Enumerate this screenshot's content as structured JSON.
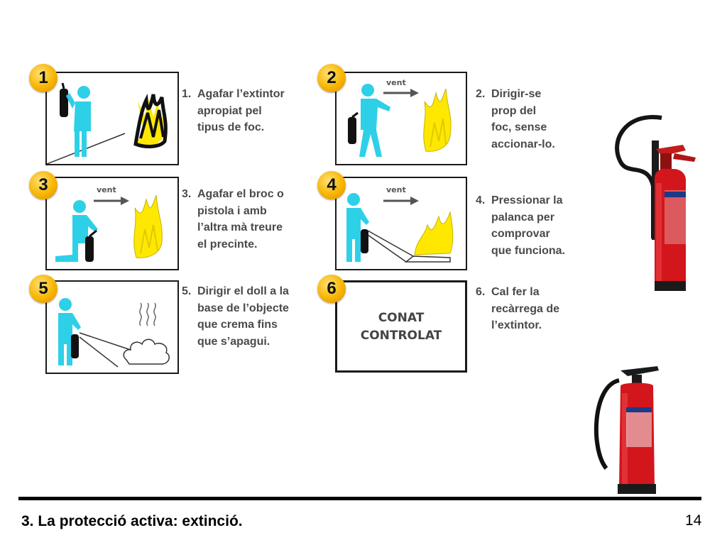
{
  "steps": [
    {
      "badge": "1",
      "lines": [
        "1.",
        "Agafar l’extintor",
        "apropiat pel",
        "tipus de foc."
      ],
      "wind_label": ""
    },
    {
      "badge": "2",
      "lines": [
        "2.",
        "Dirigir-se",
        "prop del",
        "foc, sense",
        "accionar-lo."
      ],
      "wind_label": "vent"
    },
    {
      "badge": "3",
      "lines": [
        "3.",
        "Agafar el broc o",
        "pistola i amb",
        "l’altra mà treure",
        "el precinte."
      ],
      "wind_label": "vent"
    },
    {
      "badge": "4",
      "lines": [
        "4.",
        "Pressionar la",
        "palanca per",
        "comprovar",
        "que funciona."
      ],
      "wind_label": "vent"
    },
    {
      "badge": "5",
      "lines": [
        "5.",
        "Dirigir el doll a la",
        "base de l’objecte",
        "que crema fins",
        "que s’apagui."
      ],
      "wind_label": ""
    },
    {
      "badge": "6",
      "lines": [
        "6.",
        "Cal fer la",
        "recàrrega de",
        "l’extintor."
      ],
      "wind_label": ""
    }
  ],
  "panel6": {
    "line1": "CONAT",
    "line2": "CONTROLAT"
  },
  "footer": {
    "title": "3. La protecció activa: extinció.",
    "page_number": "14"
  },
  "colors": {
    "figure": "#2ed0e8",
    "flame": "#ffe800",
    "badge": "#f7b500",
    "extinguisher": "#d3161c"
  },
  "icons": {
    "extinguisher_large": "co2-extinguisher-photo",
    "extinguisher_small": "powder-extinguisher-photo"
  }
}
